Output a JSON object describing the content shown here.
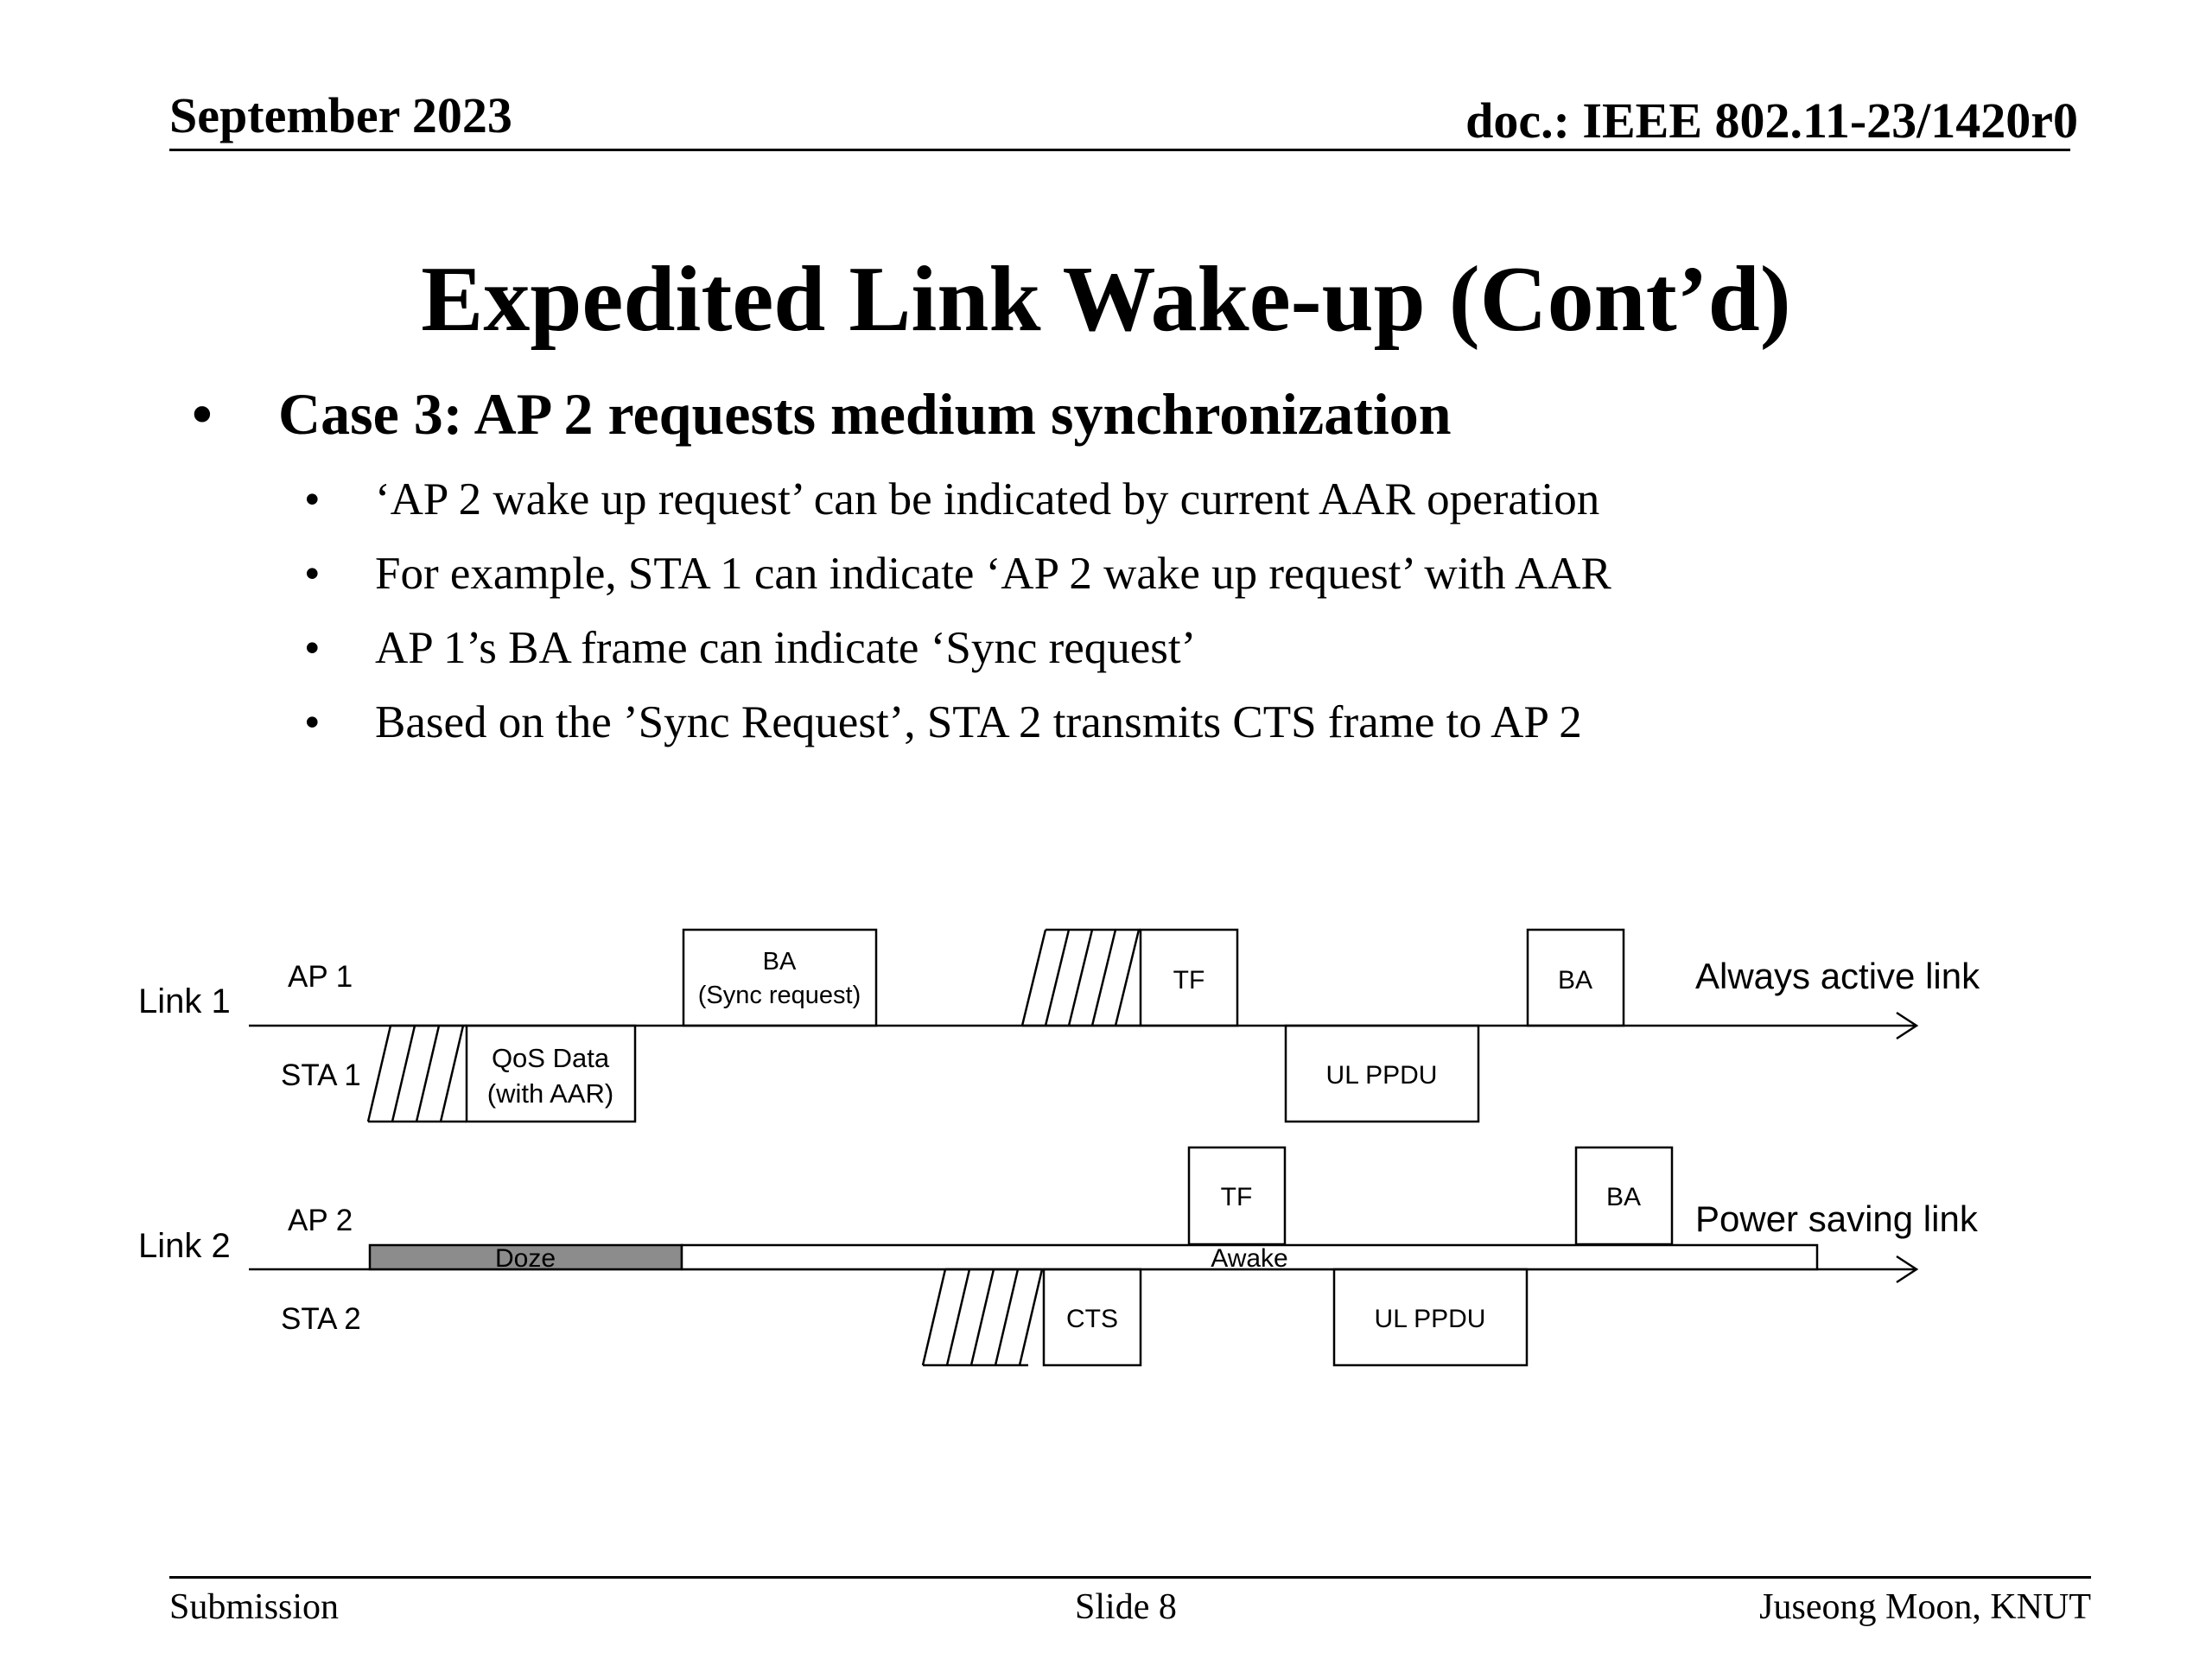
{
  "header": {
    "date": "September 2023",
    "doc": "doc.: IEEE 802.11-23/1420r0"
  },
  "slide": {
    "title": "Expedited Link Wake-up (Cont’d)",
    "case": "Case 3: AP 2 requests medium synchronization",
    "bullets": [
      "‘AP 2 wake up request’ can be indicated by current AAR operation",
      "For example, STA 1 can indicate ‘AP 2 wake up request’ with AAR",
      "AP 1’s BA frame can indicate ‘Sync request’",
      "Based on the ’Sync Request’, STA 2 transmits CTS frame to AP 2"
    ],
    "bullet_symbol": "•"
  },
  "diagram": {
    "link1": {
      "label": "Link 1",
      "ap": "AP 1",
      "sta": "STA 1",
      "annotation": "Always active link",
      "ba_sync_line1": "BA",
      "ba_sync_line2": "(Sync request)",
      "qos_line1": "QoS Data",
      "qos_line2": "(with AAR)",
      "tf": "TF",
      "ul_ppdu": "UL PPDU",
      "ba": "BA"
    },
    "link2": {
      "label": "Link 2",
      "ap": "AP 2",
      "sta": "STA 2",
      "annotation": "Power saving link",
      "doze": "Doze",
      "awake": "Awake",
      "tf": "TF",
      "ba": "BA",
      "cts": "CTS",
      "ul_ppdu": "UL PPDU"
    },
    "colors": {
      "doze_fill": "#8c8c8c",
      "line": "#000000"
    }
  },
  "footer": {
    "left": "Submission",
    "center": "Slide 8",
    "right": "Juseong Moon, KNUT"
  }
}
